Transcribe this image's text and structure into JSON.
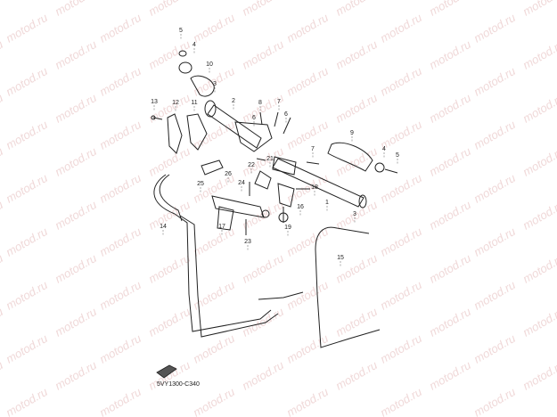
{
  "watermark_text": "motod.ru",
  "diagram_code": "5VY1300-C340",
  "callouts": [
    "1",
    "2",
    "3",
    "3",
    "4",
    "4",
    "5",
    "5",
    "6",
    "6",
    "7",
    "7",
    "8",
    "9",
    "10",
    "11",
    "12",
    "13",
    "14",
    "15",
    "16",
    "17",
    "18",
    "19",
    "21",
    "22",
    "23",
    "24",
    "25",
    "26"
  ]
}
